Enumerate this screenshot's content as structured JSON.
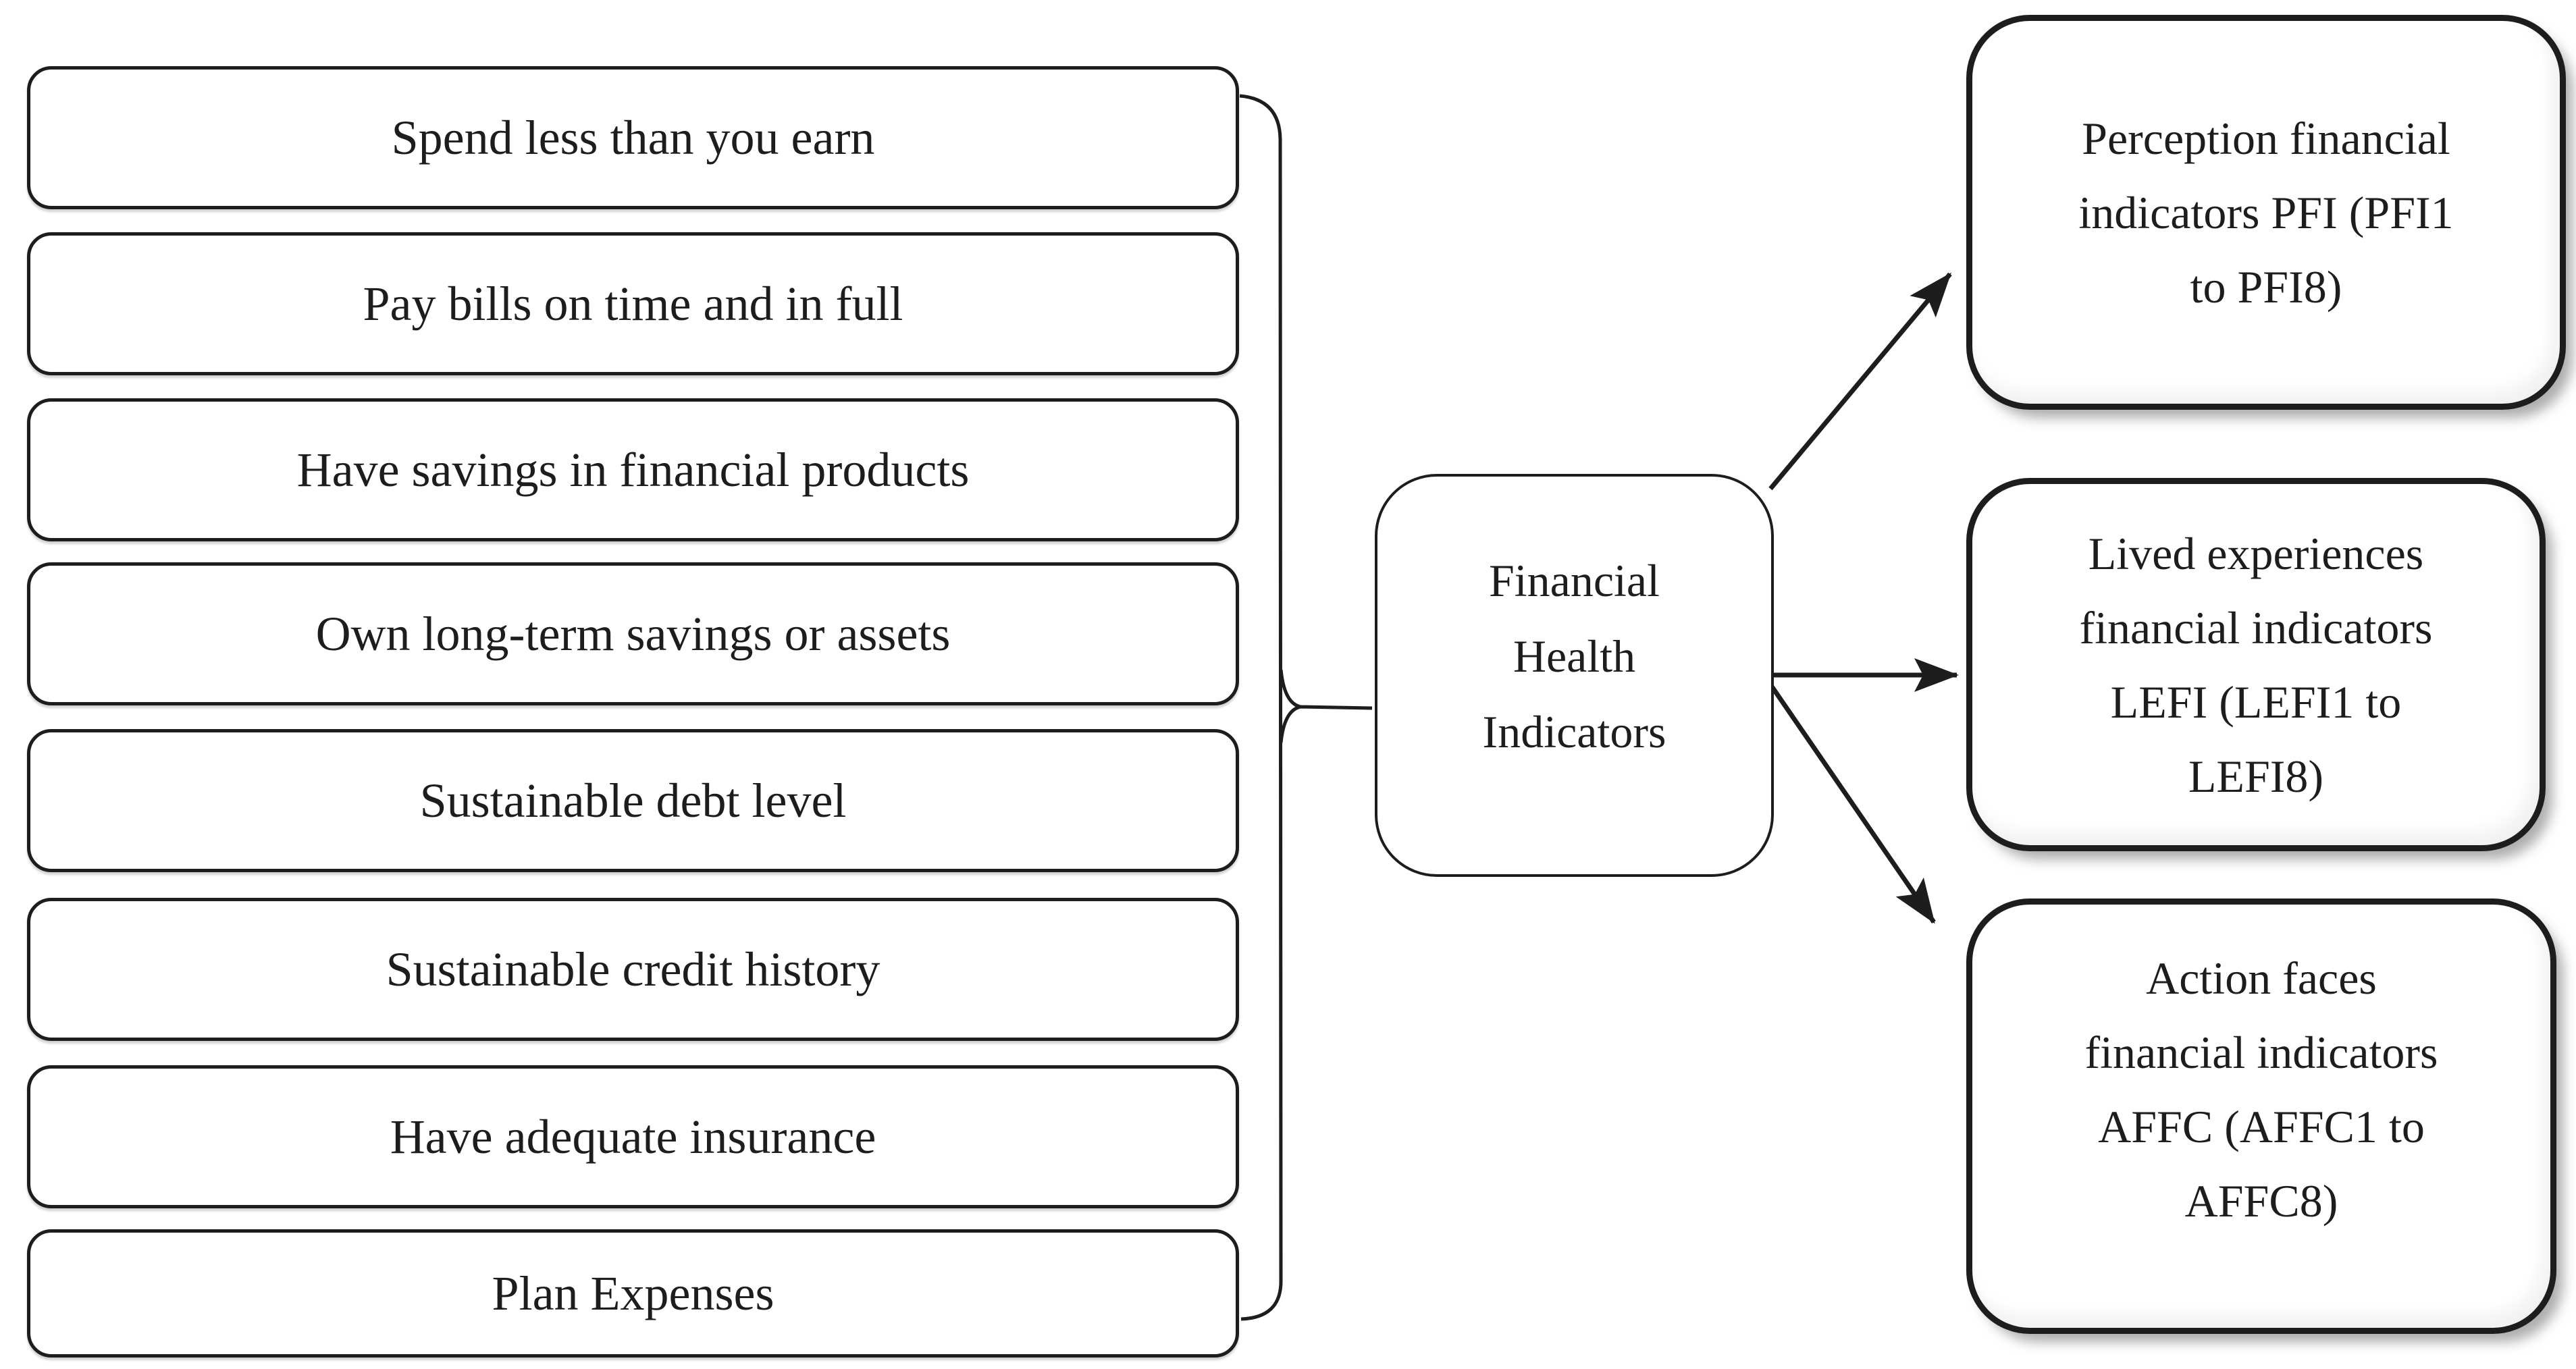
{
  "diagram": {
    "title": "Financial health indicators diagram",
    "colors": {
      "background": "#ffffff",
      "line": "#1d1d1d",
      "text": "#1d1d1d",
      "box_fill": "#ffffff"
    },
    "left_column": {
      "items": [
        {
          "label": "Spend less than you earn"
        },
        {
          "label": "Pay bills on time and in full"
        },
        {
          "label": "Have savings in financial products"
        },
        {
          "label": "Own long-term savings or assets"
        },
        {
          "label": "Sustainable debt level"
        },
        {
          "label": "Sustainable credit history"
        },
        {
          "label": "Have adequate insurance"
        },
        {
          "label": "Plan Expenses"
        }
      ]
    },
    "center_node": {
      "label": "Financial\nHealth\nIndicators"
    },
    "right_column": {
      "items": [
        {
          "id": "PFI",
          "label": "Perception financial\nindicators PFI (PFI1\nto PFI8)"
        },
        {
          "id": "LEFI",
          "label": "Lived experiences\nfinancial indicators\nLEFI (LEFI1 to\nLEFI8)"
        },
        {
          "id": "AFFC",
          "label": "Action faces\nfinancial indicators\nAFFC (AFFC1 to\nAFFC8)"
        }
      ]
    }
  }
}
